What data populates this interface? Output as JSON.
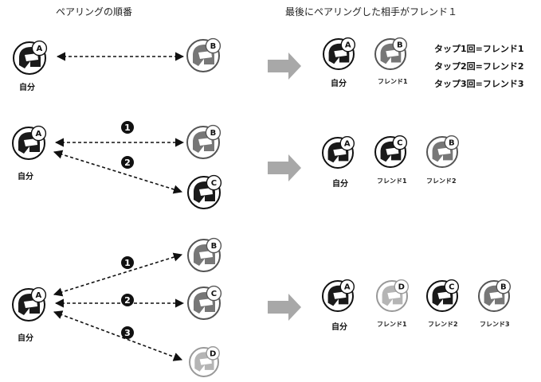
{
  "headers": {
    "left": "ペアリングの順番",
    "right": "最後にペアリングした相手がフレンド１"
  },
  "self_label": "自分",
  "friend_labels": [
    "フレンド1",
    "フレンド2",
    "フレンド3"
  ],
  "legend": [
    "タップ1回=フレンド1",
    "タップ2回=フレンド2",
    "タップ3回=フレンド3"
  ],
  "letters": [
    "A",
    "B",
    "C",
    "D"
  ],
  "step_numbers": [
    "1",
    "2",
    "3"
  ],
  "colors": {
    "line": "#111111",
    "helmet_dark": "#1a1a1a",
    "helmet_mid": "#777777",
    "helmet_light": "#b5b5b5",
    "arrow_gray": "#a8a8a8"
  }
}
